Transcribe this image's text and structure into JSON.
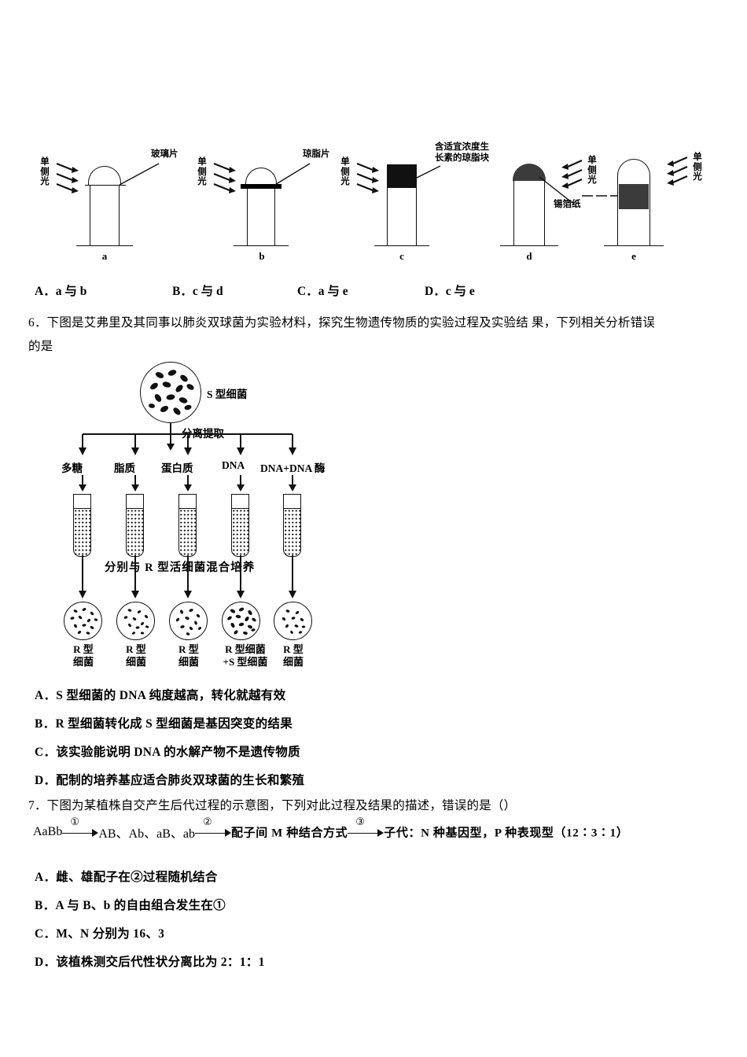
{
  "figure_coleoptile": {
    "name": "coleoptile-phototropism-experiment",
    "unilateral_light_label": "单侧光",
    "units": [
      {
        "id": "a",
        "caption": "a",
        "label": "玻璃片",
        "label_kind": "glass-slide"
      },
      {
        "id": "b",
        "caption": "b",
        "label": "琼脂片",
        "label_kind": "agar-slice"
      },
      {
        "id": "c",
        "caption": "c",
        "label": "含适宜浓度生长素的琼脂块",
        "label_kind": "auxin-agar-block"
      },
      {
        "id": "d",
        "caption": "d",
        "label": "锡箔纸",
        "label_kind": "tin-foil-cap"
      },
      {
        "id": "e",
        "caption": "e",
        "label": "",
        "label_kind": "tin-foil-band"
      }
    ],
    "options": [
      {
        "key": "A．",
        "text": "a 与 b"
      },
      {
        "key": "B．",
        "text": "c 与 d"
      },
      {
        "key": "C．",
        "text": "a 与 e"
      },
      {
        "key": "D．",
        "text": "c 与 e"
      }
    ]
  },
  "question6": {
    "number": "6．",
    "line1": "下图是艾弗里及其同事以肺炎双球菌为实验材料，探究生物遗传物质的实验过程及实验结 果，下列相关分析错误",
    "line2": "的是",
    "options": [
      {
        "key": "A．",
        "text": "S 型细菌的 DNA 纯度越高，转化就越有效"
      },
      {
        "key": "B．",
        "text": "R 型细菌转化成 S 型细菌是基因突变的结果"
      },
      {
        "key": "C．",
        "text": "该实验能说明 DNA 的水解产物不是遗传物质"
      },
      {
        "key": "D．",
        "text": "配制的培养基应适合肺炎双球菌的生长和繁殖"
      }
    ]
  },
  "figure_avery": {
    "name": "avery-transformation-experiment",
    "source_label": "S 型细菌",
    "process_label": "分离提取",
    "fractions": [
      "多糖",
      "脂质",
      "蛋白质",
      "DNA",
      "DNA+DNA 酶"
    ],
    "culture_label": "分别与 R 型活细菌混合培养",
    "results": [
      {
        "line1": "R 型",
        "line2": "细菌"
      },
      {
        "line1": "R 型",
        "line2": "细菌"
      },
      {
        "line1": "R 型",
        "line2": "细菌"
      },
      {
        "line1": "R 型细菌",
        "line2": "+S 型细菌"
      },
      {
        "line1": "R 型",
        "line2": "细菌"
      }
    ]
  },
  "question7": {
    "number": "7．",
    "line1": "下图为某植株自交产生后代过程的示意图，下列对此过程及结果的描述，错误的是（）",
    "formula": {
      "genotype": "AaBb",
      "step1": "①",
      "gametes": "AB、Ab、aB、ab",
      "step2": "②",
      "combination": "配子间 M 种结合方式",
      "step3": "③",
      "offspring": "子代：N 种基因型，P 种表现型（12∶3∶1）"
    },
    "options": [
      {
        "key": "A．",
        "text": "雌、雄配子在②过程随机结合"
      },
      {
        "key": "B．",
        "text": "A 与 B、b 的自由组合发生在①"
      },
      {
        "key": "C．",
        "text": "M、N 分别为 16、3"
      },
      {
        "key": "D．",
        "text": "该植株测交后代性状分离比为 2：1：1"
      }
    ]
  },
  "colors": {
    "ink": "#111111",
    "page_background": "#ffffff"
  }
}
